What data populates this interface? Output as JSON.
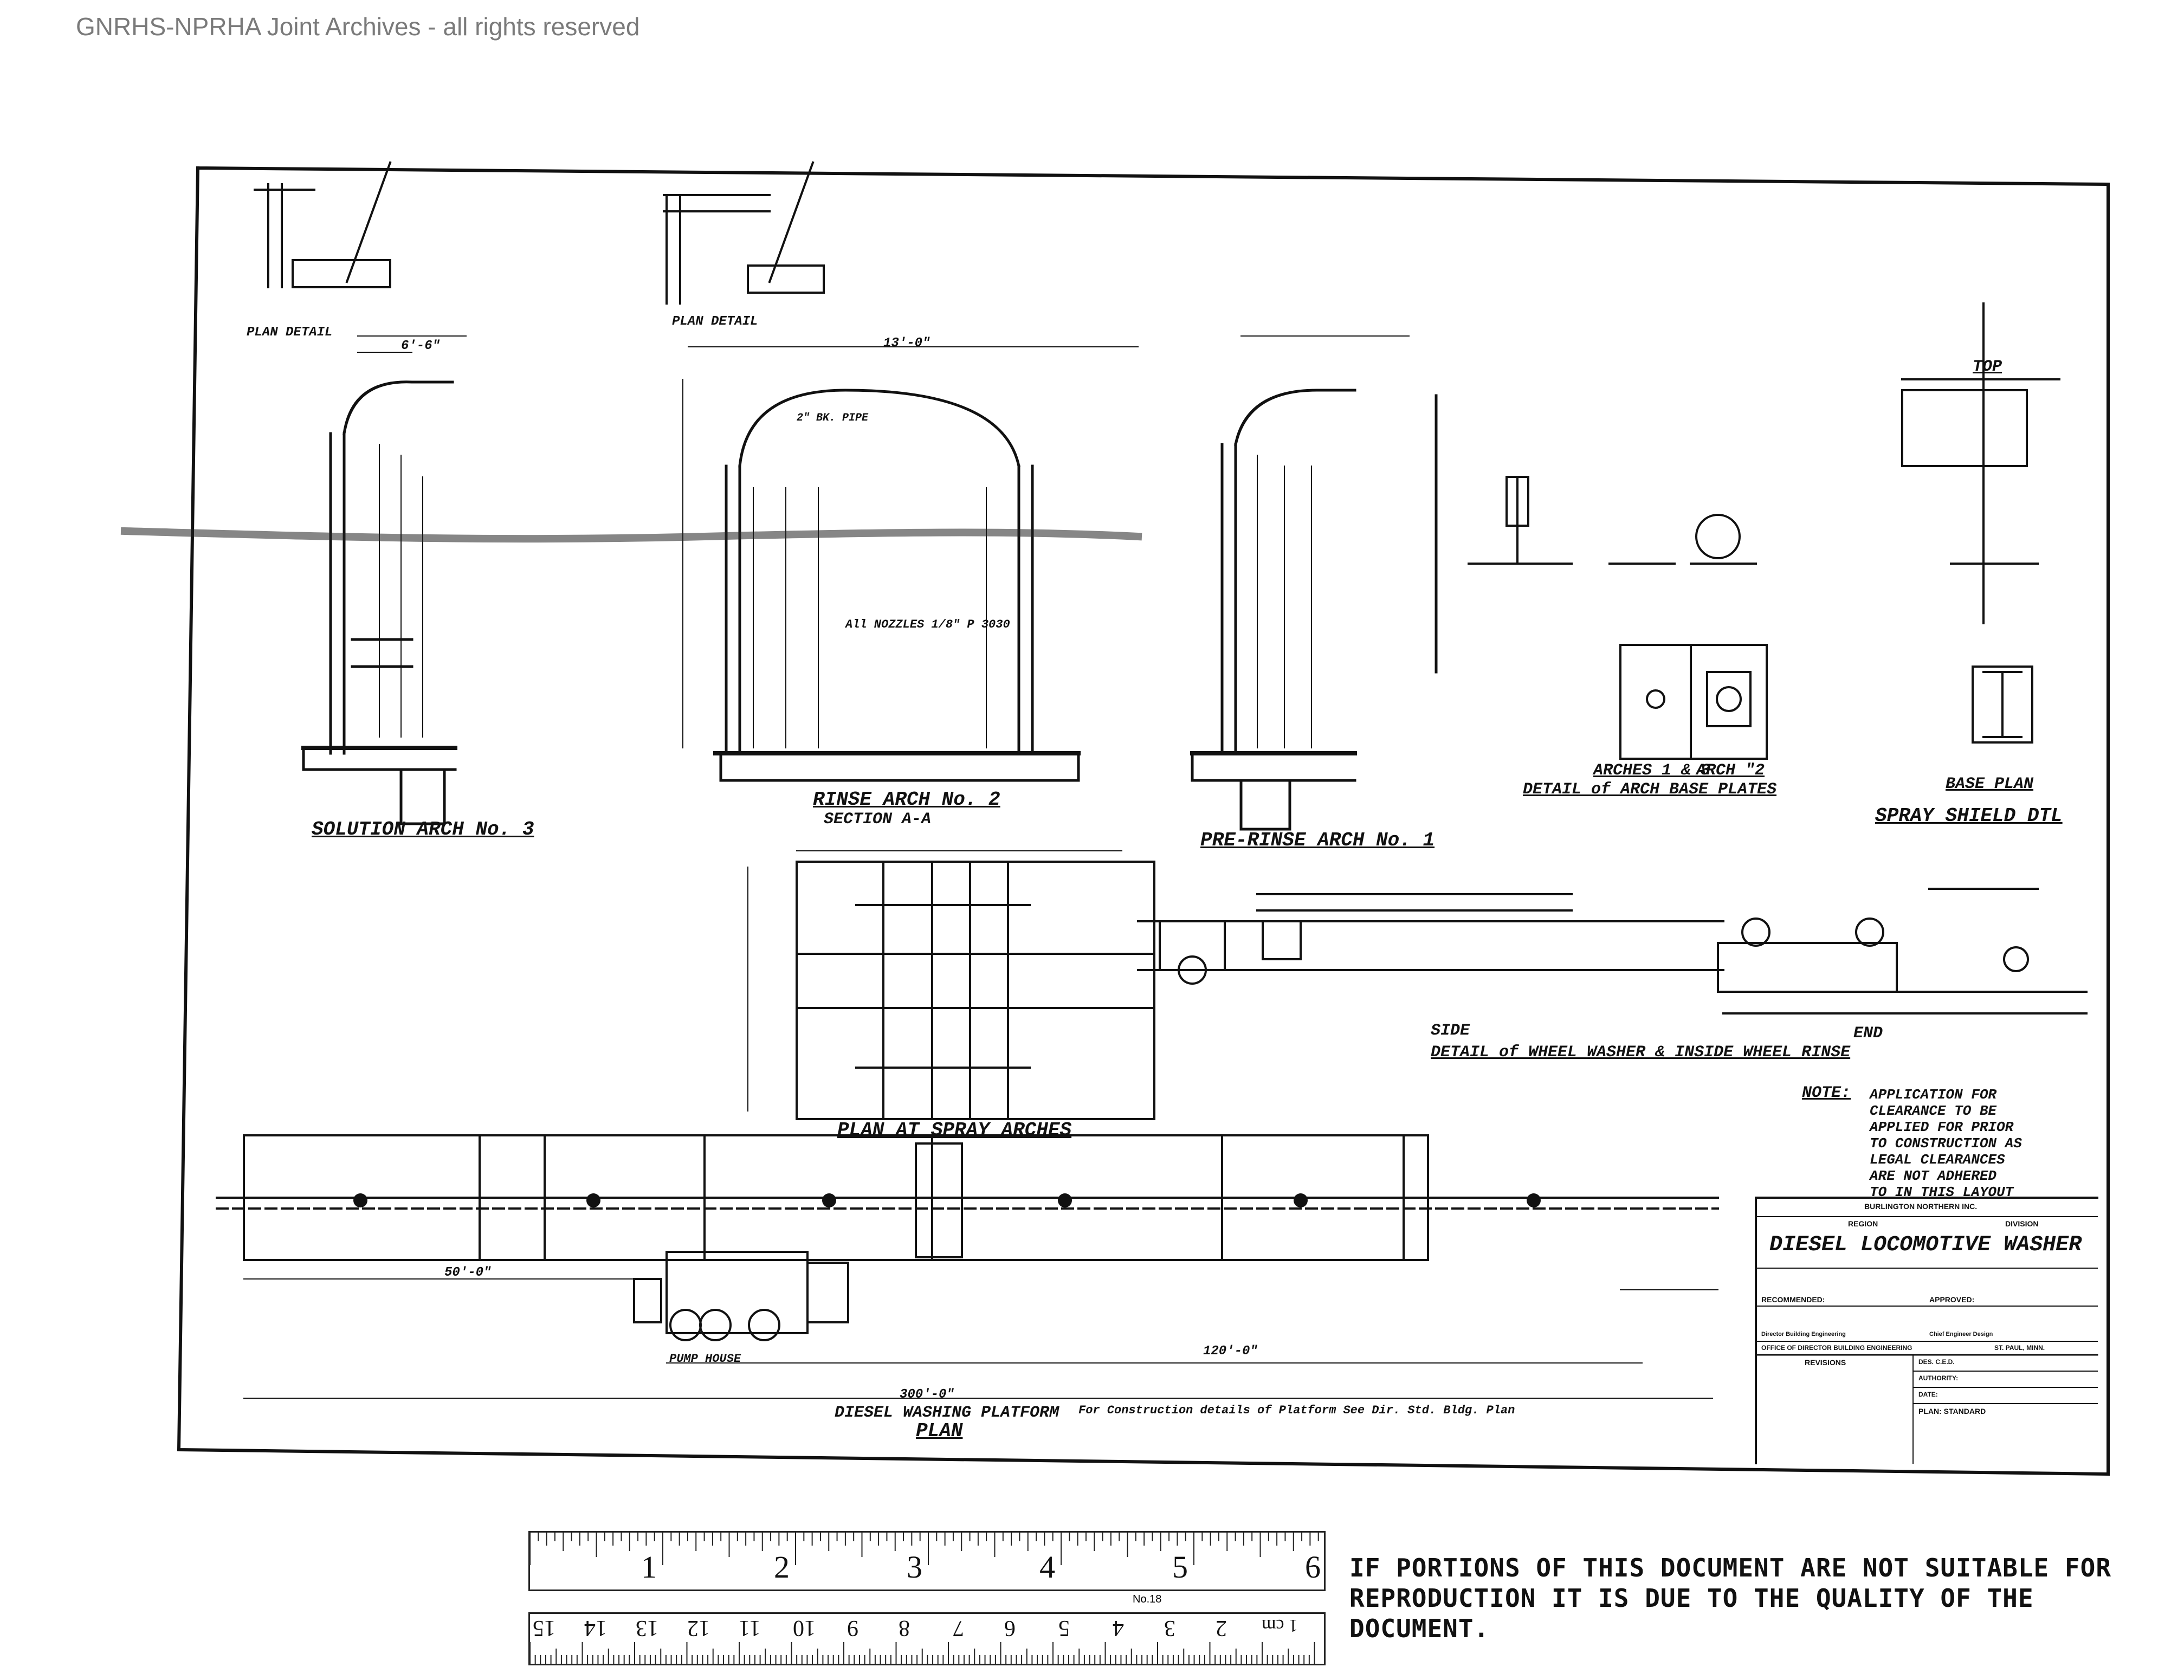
{
  "watermark": "GNRHS-NPRHA Joint Archives - all rights reserved",
  "views": {
    "solution_arch": "SOLUTION ARCH No. 3",
    "rinse_arch": "RINSE ARCH No. 2",
    "pre_rinse_arch": "PRE-RINSE ARCH No. 1",
    "plan_spray_arches": "PLAN AT SPRAY ARCHES",
    "arch_base_plates": "DETAIL of ARCH BASE PLATES",
    "arches_1_3": "ARCHES 1 & 3",
    "arch_2": "ARCH \"2",
    "base_plan": "BASE PLAN",
    "spray_shield": "SPRAY SHIELD DTL",
    "wheel_washer": "DETAIL of WHEEL WASHER & INSIDE WHEEL RINSE",
    "side": "SIDE",
    "end": "END",
    "top": "TOP",
    "plan_detail_1": "PLAN DETAIL",
    "plan_detail_2": "PLAN DETAIL",
    "platform_title": "DIESEL WASHING PLATFORM",
    "platform_plan": "PLAN",
    "platform_note": "For Construction details of Platform See Dir. Std. Bldg. Plan",
    "pump_house": "PUMP HOUSE",
    "dims": {
      "d300": "300'-0\"",
      "d120": "120'-0\"",
      "d50": "50'-0\"",
      "d13": "13'-0\"",
      "d6": "6'-6\""
    },
    "misc": {
      "nozzles": "All NOZZLES 1/8\" P 3030",
      "pipe": "2\" BK. PIPE",
      "section": "SECTION A-A"
    }
  },
  "note": {
    "heading": "NOTE:",
    "lines": [
      "APPLICATION FOR",
      "CLEARANCE TO BE",
      "APPLIED FOR PRIOR",
      "TO CONSTRUCTION AS",
      "LEGAL CLEARANCES",
      "ARE NOT ADHERED",
      "TO IN THIS LAYOUT"
    ]
  },
  "title_block": {
    "company": "BURLINGTON NORTHERN INC.",
    "region": "REGION",
    "division": "DIVISION",
    "title": "DIESEL LOCOMOTIVE WASHER",
    "recommended": "RECOMMENDED:",
    "approved": "APPROVED:",
    "director": "Director Building Engineering",
    "chief": "Chief Engineer Design",
    "office": "OFFICE OF DIRECTOR BUILDING ENGINEERING",
    "city": "ST. PAUL, MINN.",
    "revisions": "REVISIONS",
    "drawn": "DES. C.E.D.",
    "authority": "AUTHORITY:",
    "date": "DATE:",
    "plan": "PLAN: STANDARD"
  },
  "ruler": {
    "inches": [
      "1",
      "2",
      "3",
      "4",
      "5",
      "6"
    ],
    "cm": [
      "15",
      "14",
      "13",
      "12",
      "11",
      "10",
      "9",
      "8",
      "7",
      "6",
      "5",
      "4",
      "3",
      "2",
      "1 cm"
    ],
    "maker": "No.18"
  },
  "notice": "IF PORTIONS OF THIS DOCUMENT ARE NOT SUITABLE FOR REPRODUCTION IT IS DUE TO THE QUALITY OF THE DOCUMENT."
}
